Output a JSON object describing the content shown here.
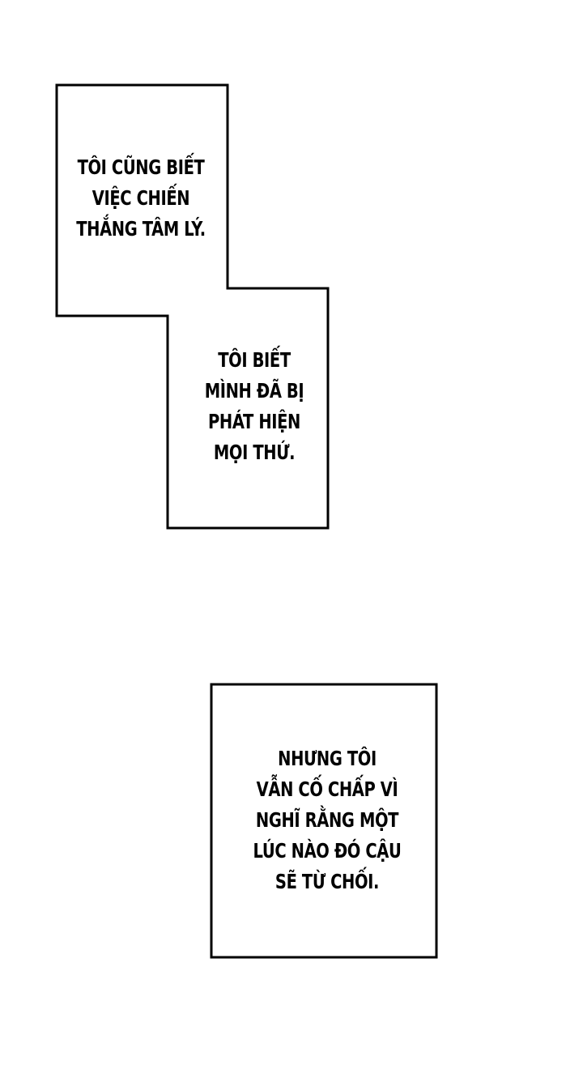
{
  "captions": [
    {
      "lines": [
        "TÔI CŨNG BIẾT",
        "VIỆC CHIẾN",
        "THẮNG TÂM LÝ."
      ]
    },
    {
      "lines": [
        "TÔI BIẾT",
        "MÌNH ĐÃ BỊ",
        "PHÁT HIỆN",
        "MỌI THỨ."
      ]
    },
    {
      "lines": [
        "NHƯNG TÔI",
        "VẪN CỐ CHẤP VÌ",
        "NGHĨ RẰNG MỘT",
        "LÚC NÀO ĐÓ CẬU",
        "SẼ TỪ CHỐI."
      ]
    }
  ],
  "colors": {
    "background": "#ffffff",
    "border": "#000000",
    "text": "#000000"
  }
}
